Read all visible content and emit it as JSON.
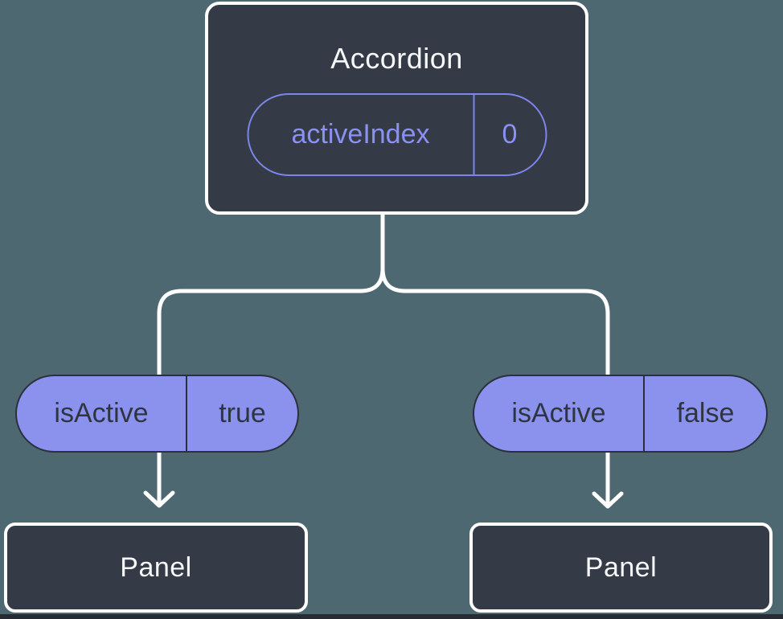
{
  "colors": {
    "background": "#4E6871",
    "node_fill": "#343A46",
    "node_border": "#FFFFFF",
    "connector": "#FFFFFF",
    "state_pill_stroke": "#7D85EC",
    "state_pill_text": "#8A91F3",
    "prop_pill_fill": "#8B92EE",
    "prop_pill_border": "#2B313C",
    "prop_pill_text": "#2F3540",
    "panel_text": "#F6F7F9",
    "bottom_strip": "#272B34"
  },
  "diagram": {
    "root": {
      "title": "Accordion",
      "state_pill": {
        "name": "activeIndex",
        "value": "0"
      }
    },
    "branches": [
      {
        "prop_pill": {
          "name": "isActive",
          "value": "true"
        },
        "child": {
          "title": "Panel"
        }
      },
      {
        "prop_pill": {
          "name": "isActive",
          "value": "false"
        },
        "child": {
          "title": "Panel"
        }
      }
    ]
  }
}
